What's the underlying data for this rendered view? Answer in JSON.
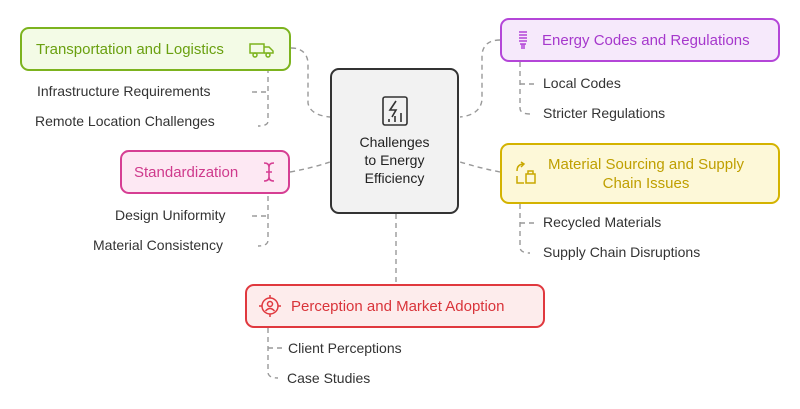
{
  "center": {
    "title": "Challenges\nto Energy\nEfficiency",
    "icon": "energy-chart-icon"
  },
  "branches": {
    "transport": {
      "title": "Transportation and Logistics",
      "icon": "truck-icon",
      "color": "#7cb31e",
      "bg": "#f3fbe6",
      "items": [
        "Infrastructure Requirements",
        "Remote Location Challenges"
      ]
    },
    "standard": {
      "title": "Standardization",
      "icon": "text-cursor-icon",
      "color": "#d63e93",
      "bg": "#fde8f3",
      "items": [
        "Design Uniformity",
        "Material Consistency"
      ]
    },
    "energy": {
      "title": "Energy Codes and Regulations",
      "icon": "lightbulb-icon",
      "color": "#b446d8",
      "bg": "#f6e9fb",
      "items": [
        "Local Codes",
        "Stricter Regulations"
      ]
    },
    "material": {
      "title": "Material Sourcing and Supply\nChain Issues",
      "icon": "recycle-icon",
      "color": "#c9a800",
      "bg": "#fdf8d8",
      "items": [
        "Recycled Materials",
        "Supply Chain Disruptions"
      ]
    },
    "perception": {
      "title": "Perception and Market Adoption",
      "icon": "target-person-icon",
      "color": "#e0383e",
      "bg": "#fdecec",
      "items": [
        "Client Perceptions",
        "Case Studies"
      ]
    }
  }
}
